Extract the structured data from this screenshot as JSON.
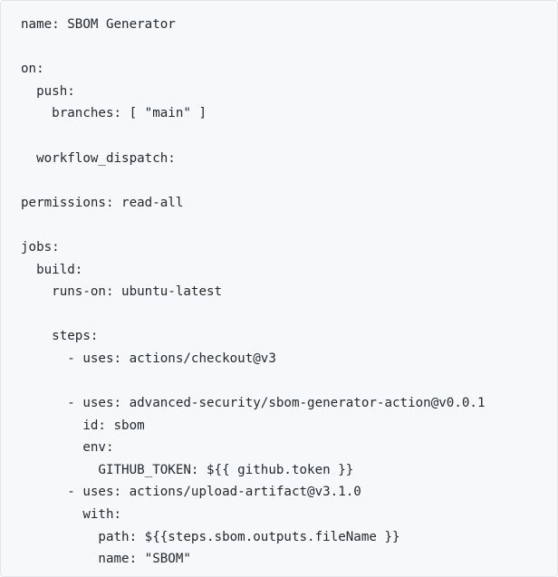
{
  "code": {
    "language": "yaml",
    "lines": [
      "name: SBOM Generator",
      "",
      "on:",
      "  push:",
      "    branches: [ \"main\" ]",
      "",
      "  workflow_dispatch:",
      "",
      "permissions: read-all",
      "",
      "jobs:",
      "  build:",
      "    runs-on: ubuntu-latest",
      "",
      "    steps:",
      "      - uses: actions/checkout@v3",
      "",
      "      - uses: advanced-security/sbom-generator-action@v0.0.1",
      "        id: sbom",
      "        env:",
      "          GITHUB_TOKEN: ${{ github.token }}",
      "      - uses: actions/upload-artifact@v3.1.0",
      "        with:",
      "          path: ${{steps.sbom.outputs.fileName }}",
      "          name: \"SBOM\""
    ]
  },
  "colors": {
    "background": "#f6f8fa",
    "text": "#24292f"
  }
}
